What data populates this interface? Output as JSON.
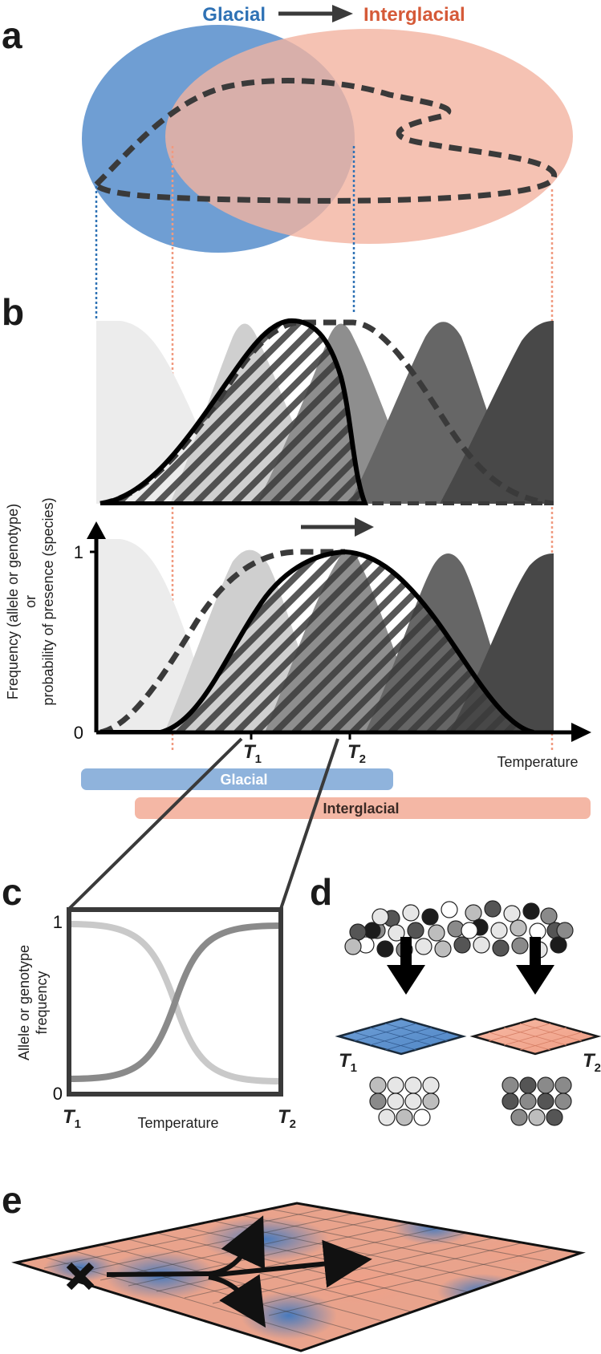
{
  "header": {
    "glacial": "Glacial",
    "interglacial": "Interglacial"
  },
  "panels": {
    "a": "a",
    "b": "b",
    "c": "c",
    "d": "d",
    "e": "e"
  },
  "panel_b": {
    "ylabel_line1": "Frequency (allele or genotype)",
    "ylabel_line2": "or",
    "ylabel_line3": "probability of presence (species)",
    "y_tick_top": "1",
    "y_tick_bottom": "0",
    "t1": "T",
    "t1_sub": "1",
    "t2": "T",
    "t2_sub": "2",
    "xlabel": "Temperature",
    "bar_glacial": "Glacial",
    "bar_interglacial": "Interglacial"
  },
  "panel_c": {
    "ylabel_line1": "Allele or genotype",
    "ylabel_line2": "frequency",
    "y_tick_top": "1",
    "y_tick_bottom": "0",
    "xlabel": "Temperature",
    "t1": "T",
    "t1_sub": "1",
    "t2": "T",
    "t2_sub": "2"
  },
  "panel_d": {
    "t1": "T",
    "t1_sub": "1",
    "t2": "T",
    "t2_sub": "2"
  },
  "colors": {
    "glacial": "#2f72b5",
    "interglacial": "#d55a38",
    "glacial_fill": "#6f9ed3",
    "interglacial_fill": "#f2b3a0",
    "glacial_bar": "#8fb3dc",
    "interglacial_bar": "#f4b7a5",
    "dark": "#3a3a3a"
  }
}
